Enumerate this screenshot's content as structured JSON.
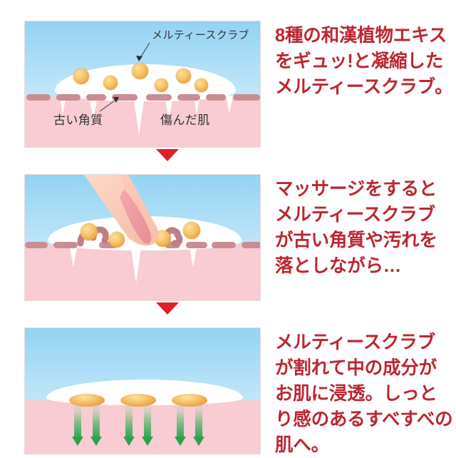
{
  "meta": {
    "title": "メルティースクラブ 使用ステップ図解",
    "accent_red": "#bd2630",
    "arrow_red": "#e01f26",
    "skin_pink": "#f8ccd2",
    "keratin_rose": "#c98e93",
    "bead_orange": "#f0ab45",
    "green": "#2da14e",
    "sky_top": "#93d3f3",
    "sky_bottom": "#d2edfb",
    "label_gray": "#333334"
  },
  "steps": [
    {
      "id": "step-1",
      "caption": "8種の和漢植物エキスをギュッ!と凝縮したメルティースクラブ。",
      "illustration_labels": [
        {
          "name": "scrub",
          "text": "メルティースクラブ"
        },
        {
          "name": "old-keratin",
          "text": "古い角質"
        },
        {
          "name": "damaged-skin",
          "text": "傷んだ肌"
        }
      ]
    },
    {
      "id": "step-2",
      "caption": "マッサージをするとメルティースクラブが古い角質や汚れを落としながら…",
      "illustration_labels": []
    },
    {
      "id": "step-3",
      "caption": "メルティースクラブが割れて中の成分がお肌に浸透。しっとり感のあるすべすべの肌へ。",
      "illustration_labels": []
    }
  ],
  "connectors": [
    {
      "name": "arrow-step1-to-step2",
      "icon": "triangle-down-icon"
    },
    {
      "name": "arrow-step2-to-step3",
      "icon": "triangle-down-icon"
    }
  ]
}
